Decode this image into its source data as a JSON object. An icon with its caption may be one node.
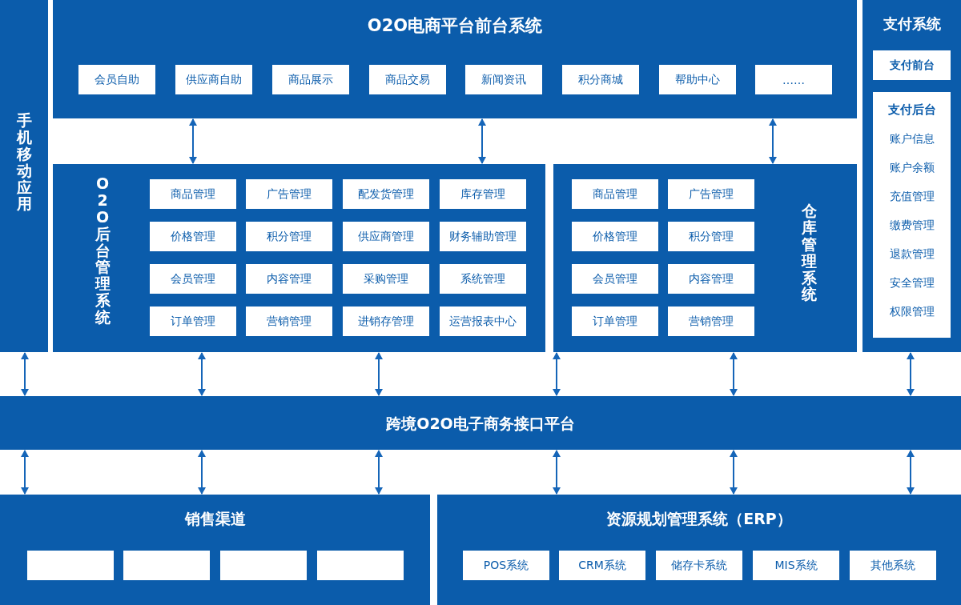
{
  "diagram": {
    "nodes": [
      {
        "text": [
          "手机移动应用"
        ]
      },
      {
        "text": [
          "O2O电商平台前台系统"
        ]
      },
      {
        "text": [
          "会员自助"
        ],
        "in": 1
      },
      {
        "text": [
          "供应商自助"
        ],
        "in": 1
      },
      {
        "text": [
          "商品展示"
        ],
        "in": 1
      },
      {
        "text": [
          "商品交易"
        ],
        "in": 1
      },
      {
        "text": [
          "新闻资讯"
        ],
        "in": 1
      },
      {
        "text": [
          "积分商城"
        ],
        "in": 1
      },
      {
        "text": [
          "帮助中心"
        ],
        "in": 1
      },
      {
        "text": [
          "……"
        ],
        "in": 1
      },
      {
        "text": [
          "支付系统"
        ]
      },
      {
        "text": [
          "支付前台"
        ],
        "in": 10
      },
      {
        "text": [
          "支付后台",
          "账户信息",
          "账户余额",
          "充值管理",
          "缴费管理",
          "退款管理",
          "安全管理",
          "权限管理"
        ],
        "in": 10
      },
      {
        "text": [
          "O2O后台管理系统"
        ]
      },
      {
        "text": [
          "商品管理"
        ],
        "in": 13
      },
      {
        "text": [
          "广告管理"
        ],
        "in": 13
      },
      {
        "text": [
          "配发货管理"
        ],
        "in": 13
      },
      {
        "text": [
          "库存管理"
        ],
        "in": 13
      },
      {
        "text": [
          "价格管理"
        ],
        "in": 13
      },
      {
        "text": [
          "积分管理"
        ],
        "in": 13
      },
      {
        "text": [
          "供应商管理"
        ],
        "in": 13
      },
      {
        "text": [
          "财务辅助管理"
        ],
        "in": 13
      },
      {
        "text": [
          "会员管理"
        ],
        "in": 13
      },
      {
        "text": [
          "内容管理"
        ],
        "in": 13
      },
      {
        "text": [
          "采购管理"
        ],
        "in": 13
      },
      {
        "text": [
          "系统管理"
        ],
        "in": 13
      },
      {
        "text": [
          "订单管理"
        ],
        "in": 13
      },
      {
        "text": [
          "营销管理"
        ],
        "in": 13
      },
      {
        "text": [
          "进销存管理"
        ],
        "in": 13
      },
      {
        "text": [
          "运营报表中心"
        ],
        "in": 13
      },
      {
        "text": [
          "仓库管理系统"
        ]
      },
      {
        "text": [
          "商品管理"
        ],
        "in": 30
      },
      {
        "text": [
          "广告管理"
        ],
        "in": 30
      },
      {
        "text": [
          "价格管理"
        ],
        "in": 30
      },
      {
        "text": [
          "积分管理"
        ],
        "in": 30
      },
      {
        "text": [
          "会员管理"
        ],
        "in": 30
      },
      {
        "text": [
          "内容管理"
        ],
        "in": 30
      },
      {
        "text": [
          "订单管理"
        ],
        "in": 30
      },
      {
        "text": [
          "营销管理"
        ],
        "in": 30
      },
      {
        "text": [
          "跨境O2O电子商务接口平台"
        ]
      },
      {
        "text": [
          "销售渠道"
        ]
      },
      {
        "text": [],
        "shape": "box",
        "in": 40
      },
      {
        "text": [],
        "shape": "box",
        "in": 40
      },
      {
        "text": [],
        "shape": "box",
        "in": 40
      },
      {
        "text": [],
        "shape": "box",
        "in": 40
      },
      {
        "text": [
          "资源规划管理系统（ERP）"
        ]
      },
      {
        "text": [
          "POS系统"
        ],
        "in": 45
      },
      {
        "text": [
          "CRM系统"
        ],
        "in": 45
      },
      {
        "text": [
          "储存卡系统"
        ],
        "in": 45
      },
      {
        "text": [
          "MIS系统"
        ],
        "in": 45
      },
      {
        "text": [
          "其他系统"
        ],
        "in": 45
      }
    ],
    "edges": [
      {
        "from": 1,
        "to": 13,
        "arrow": "both"
      },
      {
        "from": 1,
        "to": 13,
        "arrow": "both"
      },
      {
        "from": 1,
        "to": 30,
        "arrow": "both"
      },
      {
        "from": 0,
        "to": 39,
        "arrow": "both"
      },
      {
        "from": 13,
        "to": 39,
        "arrow": "both"
      },
      {
        "from": 13,
        "to": 39,
        "arrow": "both"
      },
      {
        "from": 30,
        "to": 39,
        "arrow": "both"
      },
      {
        "from": 30,
        "to": 39,
        "arrow": "both"
      },
      {
        "from": 10,
        "to": 39,
        "arrow": "both"
      },
      {
        "from": 39,
        "to": 40,
        "arrow": "both"
      },
      {
        "from": 39,
        "to": 40,
        "arrow": "both"
      },
      {
        "from": 39,
        "to": 40,
        "arrow": "both"
      },
      {
        "from": 39,
        "to": 45,
        "arrow": "both"
      },
      {
        "from": 39,
        "to": 45,
        "arrow": "both"
      },
      {
        "from": 39,
        "to": 45,
        "arrow": "both"
      }
    ]
  }
}
